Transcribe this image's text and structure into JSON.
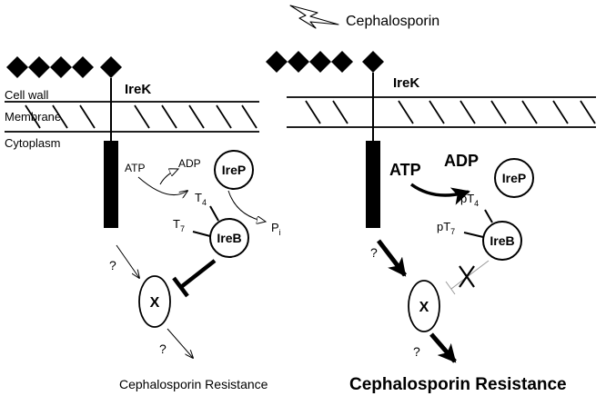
{
  "left": {
    "receptor_label": "IreK",
    "cell_wall_label": "Cell wall",
    "membrane_label": "Membrane",
    "cytoplasm_label": "Cytoplasm",
    "atp": "ATP",
    "adp": "ADP",
    "irep": "IreP",
    "ireb": "IreB",
    "t4": {
      "main": "T",
      "sub": "4"
    },
    "t7": {
      "main": "T",
      "sub": "7"
    },
    "pi": {
      "main": "P",
      "sub": "i"
    },
    "x": "X",
    "question_1": "?",
    "question_2": "?",
    "resistance": "Cephalosporin Resistance"
  },
  "right": {
    "stimulus": "Cephalosporin",
    "receptor_label": "IreK",
    "atp": "ATP",
    "adp": "ADP",
    "irep": "IreP",
    "ireb": "IreB",
    "pt4": {
      "main": "pT",
      "sub": "4"
    },
    "pt7": {
      "main": "pT",
      "sub": "7"
    },
    "x": "X",
    "question_1": "?",
    "question_2": "?",
    "resistance": "Cephalosporin Resistance"
  }
}
